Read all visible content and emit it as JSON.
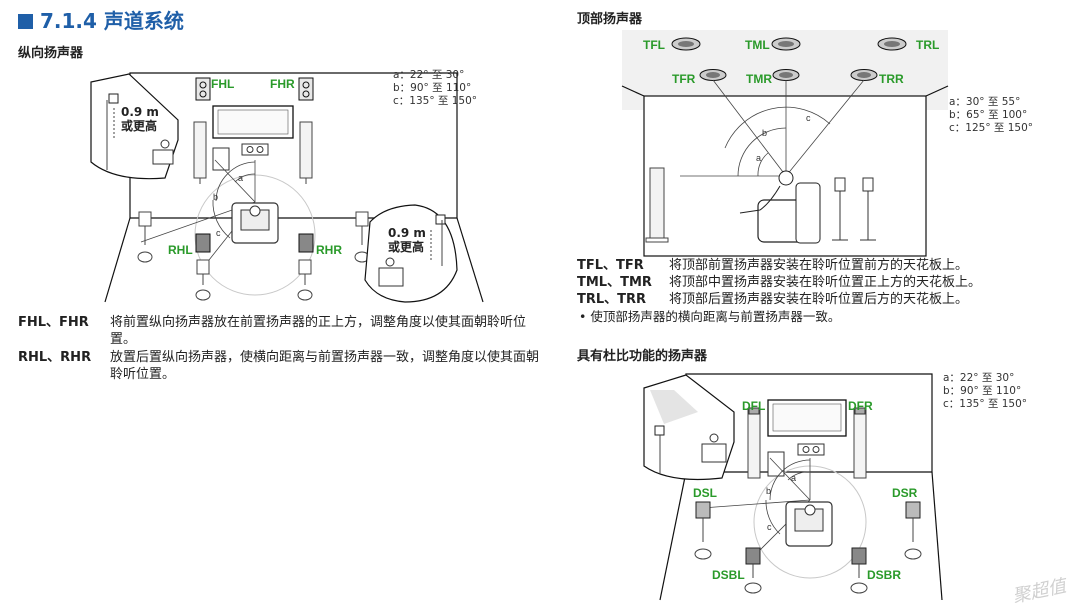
{
  "section_title": "7.1.4 声道系统",
  "left": {
    "heading": "纵向扬声器",
    "labels": {
      "fhl": "FHL",
      "fhr": "FHR",
      "rhl": "RHL",
      "rhr": "RHR",
      "a": "a",
      "b": "b",
      "c": "c"
    },
    "height_note": {
      "value": "0.9 m",
      "text": "或更高"
    },
    "angles": [
      "a：22° 至 30°",
      "b：90° 至 110°",
      "c：135° 至 150°"
    ],
    "descriptions": [
      {
        "term": "FHL、FHR",
        "text": "将前置纵向扬声器放在前置扬声器的正上方，调整角度以使其面朝聆听位置。"
      },
      {
        "term": "RHL、RHR",
        "text": "放置后置纵向扬声器，使横向距离与前置扬声器一致，调整角度以使其面朝聆听位置。"
      }
    ]
  },
  "top_right": {
    "heading": "顶部扬声器",
    "labels": {
      "tfl": "TFL",
      "tml": "TML",
      "trl": "TRL",
      "tfr": "TFR",
      "tmr": "TMR",
      "trr": "TRR",
      "a": "a",
      "b": "b",
      "c": "c"
    },
    "angles": [
      "a：30° 至 55°",
      "b：65° 至 100°",
      "c：125° 至 150°"
    ],
    "descriptions": [
      {
        "term": "TFL、TFR",
        "text": "将顶部前置扬声器安装在聆听位置前方的天花板上。"
      },
      {
        "term": "TML、TMR",
        "text": "将顶部中置扬声器安装在聆听位置正上方的天花板上。"
      },
      {
        "term": "TRL、TRR",
        "text": "将顶部后置扬声器安装在聆听位置后方的天花板上。"
      }
    ],
    "note": "• 使顶部扬声器的横向距离与前置扬声器一致。"
  },
  "bottom_right": {
    "heading": "具有杜比功能的扬声器",
    "labels": {
      "dfl": "DFL",
      "dfr": "DFR",
      "dsl": "DSL",
      "dsr": "DSR",
      "dsbl": "DSBL",
      "dsbr": "DSBR",
      "a": "a",
      "b": "b",
      "c": "c"
    },
    "angles": [
      "a：22° 至 30°",
      "b：90° 至 110°",
      "c：135° 至 150°"
    ]
  },
  "watermark": "聚超值"
}
